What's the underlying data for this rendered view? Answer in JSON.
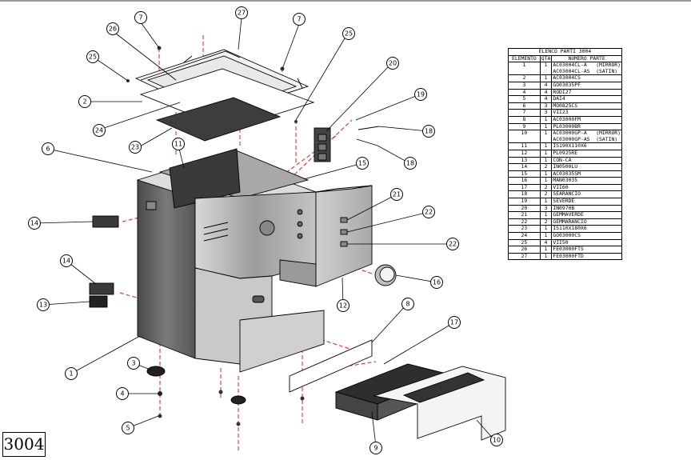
{
  "drawing_number": "3004",
  "parts_table": {
    "title": "ELENCO PARTI 3004",
    "headers": {
      "element": "ELEMENTO",
      "qty": "QTÀ",
      "part_number": "NUMERO PARTE"
    },
    "rows": [
      {
        "element": "1",
        "qty": "1",
        "part": "AC03004CL-A   (MIRROR)\nAC03004CL-AS  (SATIN)"
      },
      {
        "element": "2",
        "qty": "1",
        "part": "AC03004CS"
      },
      {
        "element": "3",
        "qty": "4",
        "part": "GO03035PF"
      },
      {
        "element": "4",
        "qty": "4",
        "part": "RODI27"
      },
      {
        "element": "5",
        "qty": "4",
        "part": "DAI4"
      },
      {
        "element": "6",
        "qty": "3",
        "part": "MO0825CS"
      },
      {
        "element": "7",
        "qty": "3",
        "part": "VII23"
      },
      {
        "element": "8",
        "qty": "1",
        "part": "AC03000FM"
      },
      {
        "element": "9",
        "qty": "1",
        "part": "PL03000BR"
      },
      {
        "element": "10",
        "qty": "1",
        "part": "AC03000GP-A   (MIRROR)\nAC03000GP-AS  (SATIN)"
      },
      {
        "element": "11",
        "qty": "1",
        "part": "IS190X110X6"
      },
      {
        "element": "12",
        "qty": "1",
        "part": "PL0925RE"
      },
      {
        "element": "13",
        "qty": "1",
        "part": "CON-CA"
      },
      {
        "element": "14",
        "qty": "2",
        "part": "IN0500LU"
      },
      {
        "element": "15",
        "qty": "1",
        "part": "AC03035SM"
      },
      {
        "element": "16",
        "qty": "1",
        "part": "MAN03035"
      },
      {
        "element": "17",
        "qty": "2",
        "part": "VII60"
      },
      {
        "element": "18",
        "qty": "2",
        "part": "SEARANCIO"
      },
      {
        "element": "19",
        "qty": "1",
        "part": "SEVERDE"
      },
      {
        "element": "20",
        "qty": "3",
        "part": "IN0970B"
      },
      {
        "element": "21",
        "qty": "1",
        "part": "GEMMAVERDE"
      },
      {
        "element": "22",
        "qty": "2",
        "part": "GEMMARANCIO"
      },
      {
        "element": "23",
        "qty": "1",
        "part": "IS110X180X6"
      },
      {
        "element": "24",
        "qty": "1",
        "part": "GO03000CS"
      },
      {
        "element": "25",
        "qty": "4",
        "part": "VII50"
      },
      {
        "element": "26",
        "qty": "1",
        "part": "FE03000FTS"
      },
      {
        "element": "27",
        "qty": "1",
        "part": "FE03000FTD"
      }
    ]
  },
  "callouts": {
    "c1": "1",
    "c2": "2",
    "c3": "3",
    "c4": "4",
    "c5": "5",
    "c6": "6",
    "c7a": "7",
    "c7b": "7",
    "c8": "8",
    "c9": "9",
    "c10": "10",
    "c11": "11",
    "c12": "12",
    "c13": "13",
    "c14a": "14",
    "c14b": "14",
    "c15": "15",
    "c16": "16",
    "c17": "17",
    "c18a": "18",
    "c18b": "18",
    "c19": "19",
    "c20": "20",
    "c21": "21",
    "c22a": "22",
    "c22b": "22",
    "c23": "23",
    "c24": "24",
    "c25a": "25",
    "c25b": "25",
    "c26": "26",
    "c27": "27"
  },
  "colors": {
    "assembly_line": "#e0201c",
    "body_dark": "#5a5a5a",
    "steel": "#b8b8b8"
  }
}
